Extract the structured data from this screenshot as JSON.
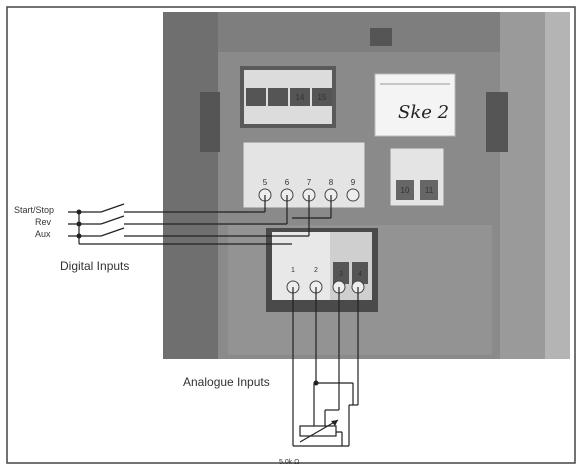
{
  "labels": {
    "start_stop": "Start/Stop",
    "rev": "Rev",
    "aux": "Aux",
    "digital_inputs": "Digital Inputs",
    "analogue_inputs": "Analogue Inputs",
    "resistance": "5.0k Ω"
  },
  "sticker": {
    "text": "Ske 2"
  },
  "terminals": {
    "top_block": [
      "",
      "",
      "14",
      "15"
    ],
    "middle_left": [
      "5",
      "6",
      "7",
      "8",
      "9"
    ],
    "middle_right": [
      "10",
      "11"
    ],
    "bottom_block": [
      "1",
      "2",
      "3",
      "4"
    ]
  },
  "colors": {
    "photo_bg": "#8c8c8c",
    "terminal": "#e6e6e6",
    "wire": "#222222",
    "border": "#444444"
  }
}
